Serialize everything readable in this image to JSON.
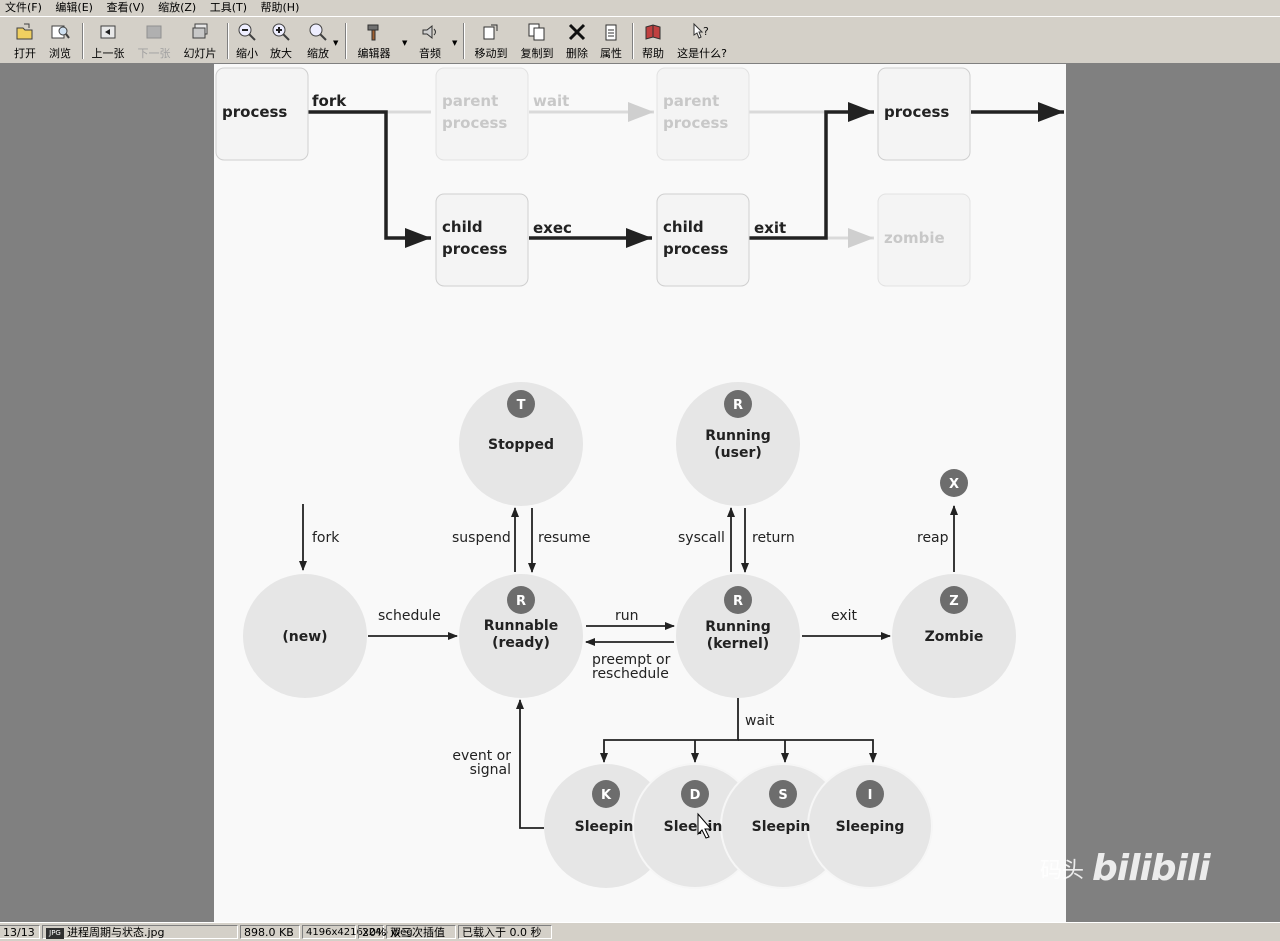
{
  "menu": [
    "文件(F)",
    "编辑(E)",
    "查看(V)",
    "缩放(Z)",
    "工具(T)",
    "帮助(H)"
  ],
  "toolbar": {
    "open": "打开",
    "browse": "浏览",
    "prev": "上一张",
    "next": "下一张",
    "slideshow": "幻灯片",
    "zoom_out": "缩小",
    "zoom_in": "放大",
    "zoom": "缩放",
    "editor": "编辑器",
    "audio": "音频",
    "move_to": "移动到",
    "copy_to": "复制到",
    "delete": "删除",
    "properties": "属性",
    "help": "帮助",
    "whats_this": "这是什么?"
  },
  "top_diagram": {
    "process1": "process",
    "fork": "fork",
    "parent1": [
      "parent",
      "process"
    ],
    "wait": "wait",
    "parent2": [
      "parent",
      "process"
    ],
    "process2": "process",
    "child1": [
      "child",
      "process"
    ],
    "exec": "exec",
    "child2": [
      "child",
      "process"
    ],
    "exit": "exit",
    "zombie": "zombie"
  },
  "state_diagram": {
    "stopped": {
      "badge": "T",
      "label": "Stopped"
    },
    "running_user": {
      "badge": "R",
      "label": [
        "Running",
        "(user)"
      ]
    },
    "reaped": {
      "badge": "X"
    },
    "new": {
      "label": "(new)"
    },
    "runnable": {
      "badge": "R",
      "label": [
        "Runnable",
        "(ready)"
      ]
    },
    "running_kernel": {
      "badge": "R",
      "label": [
        "Running",
        "(kernel)"
      ]
    },
    "zombie": {
      "badge": "Z",
      "label": "Zombie"
    },
    "sleeping": [
      {
        "badge": "K",
        "label": "Sleepin"
      },
      {
        "badge": "D",
        "label": "Sleepin"
      },
      {
        "badge": "S",
        "label": "Sleepin"
      },
      {
        "badge": "I",
        "label": "Sleeping"
      }
    ],
    "edges": {
      "fork": "fork",
      "schedule": "schedule",
      "suspend": "suspend",
      "resume": "resume",
      "syscall": "syscall",
      "return": "return",
      "run": "run",
      "preempt": [
        "preempt or",
        "reschedule"
      ],
      "exit": "exit",
      "reap": "reap",
      "wait": "wait",
      "event": [
        "event or",
        "signal"
      ]
    }
  },
  "status": {
    "page": "13/13",
    "filename": "进程周期与状态.jpg",
    "size": "898.0 KB",
    "dims": "4196x4216x24b jpeg",
    "zoom": "20%",
    "interp": "双三次插值",
    "load": "已载入于 0.0 秒"
  },
  "watermark": {
    "author": "码头",
    "brand": "bilibili"
  }
}
